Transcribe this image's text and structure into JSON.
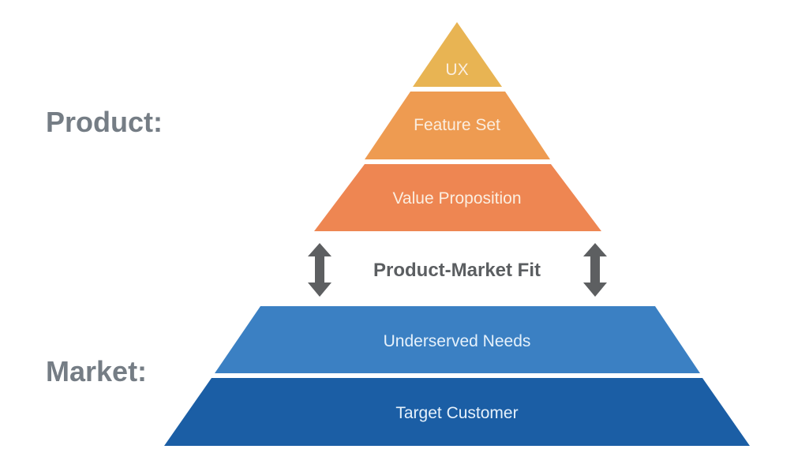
{
  "diagram": {
    "type": "pyramid",
    "side_labels": {
      "product": "Product:",
      "market": "Market:"
    },
    "product_layers": [
      {
        "label": "UX",
        "color": "#e8b453"
      },
      {
        "label": "Feature Set",
        "color": "#ee9b51"
      },
      {
        "label": "Value Proposition",
        "color": "#ee8652"
      }
    ],
    "fit": {
      "label": "Product-Market Fit",
      "arrow_color": "#5d5f61"
    },
    "market_layers": [
      {
        "label": "Underserved Needs",
        "color": "#3b80c3"
      },
      {
        "label": "Target Customer",
        "color": "#1b5ea5"
      }
    ],
    "side_label_color": "#757d85"
  }
}
